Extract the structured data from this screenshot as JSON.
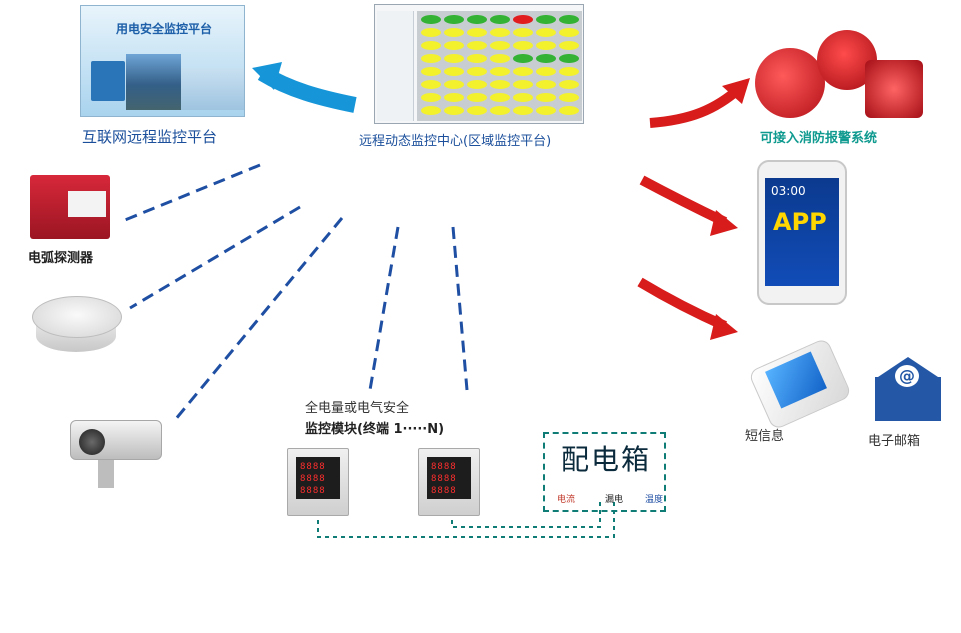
{
  "labels": {
    "internet_platform": "互联网远程监控平台",
    "monitor_center": "远程动态监控中心(区域监控平台)",
    "fire_alarm": "可接入消防报警系统",
    "arc_detector": "电弧探测器",
    "module_line1": "全电量或电气安全",
    "module_line2": "监控模块(终端 1·····N)",
    "distribution_box": "配电箱",
    "box_sub_current": "电流",
    "box_sub_leakage": "漏电",
    "box_sub_temp": "温度",
    "sms": "短信息",
    "email": "电子邮箱"
  },
  "screens": {
    "web_title": "用电安全监控平台",
    "phone_app": "APP",
    "phone_time": "03:00",
    "email_symbol": "@"
  },
  "colors": {
    "blue_link": "#1f4fa3",
    "red_arrow": "#d81b1b",
    "web_arrow": "#1696d8",
    "dashed_box": "#0f7d76"
  }
}
